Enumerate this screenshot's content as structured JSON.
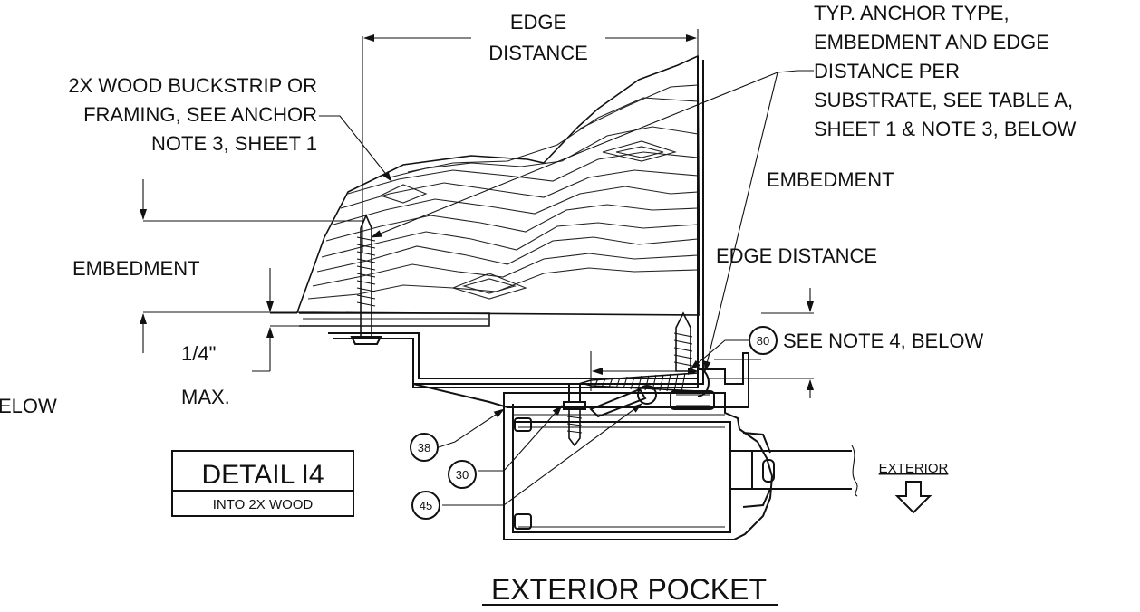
{
  "labels": {
    "edge_distance_top_1": "EDGE",
    "edge_distance_top_2": "DISTANCE",
    "anchor_note_1": "TYP. ANCHOR TYPE,",
    "anchor_note_2": "EMBEDMENT AND EDGE",
    "anchor_note_3": "DISTANCE PER",
    "anchor_note_4": "SUBSTRATE, SEE TABLE A,",
    "anchor_note_5": "SHEET 1 & NOTE 3, BELOW",
    "buckstrip_1": "2X WOOD BUCKSTRIP OR",
    "buckstrip_2": "FRAMING, SEE ANCHOR",
    "buckstrip_3": "NOTE 3, SHEET 1",
    "embedment_right": "EMBEDMENT",
    "embedment_left": "EMBEDMENT",
    "edge_distance_right": "EDGE DISTANCE",
    "gap_1": "1/4\"",
    "gap_2": "MAX.",
    "see_note_4": "SEE NOTE 4, BELOW",
    "clipped_left": "ELOW",
    "exterior": "EXTERIOR",
    "section_title": "EXTERIOR POCKET"
  },
  "detail_box": {
    "title": "DETAIL I4",
    "subtitle": "INTO 2X WOOD"
  },
  "callouts": {
    "c80": "80",
    "c38": "38",
    "c30": "30",
    "c45": "45"
  },
  "icons": {
    "exterior_arrow": "hollow-down-arrow-icon"
  }
}
